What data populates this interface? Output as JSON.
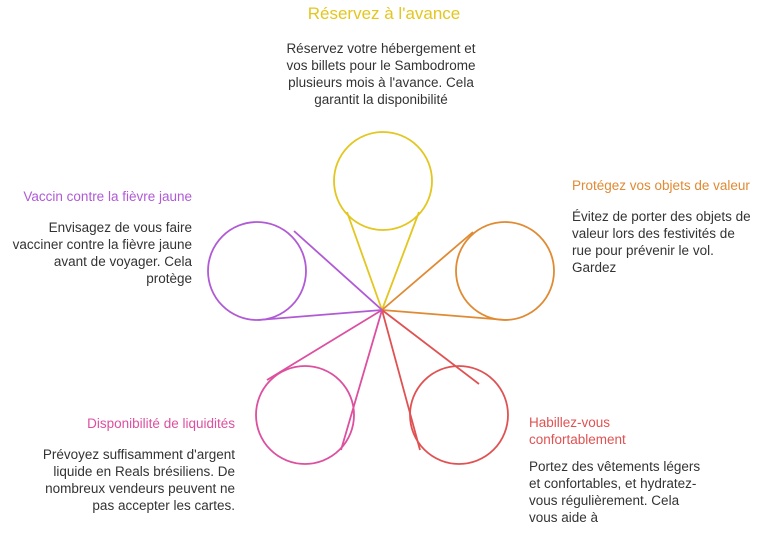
{
  "colors": {
    "top": "#e3c620",
    "right_upper": "#e08a33",
    "right_lower": "#e05252",
    "left_lower": "#dd4f9f",
    "left_upper": "#b05ad6",
    "text": "#333333"
  },
  "items": {
    "top": {
      "title": "Réservez à l'avance",
      "description": "Réservez votre hébergement et vos billets pour le Sambodrome plusieurs mois à l'avance. Cela garantit la disponibilité"
    },
    "right_upper": {
      "title": "Protégez vos objets de valeur",
      "description": "Évitez de porter des objets de valeur lors des festivités de rue pour prévenir le vol. Gardez"
    },
    "right_lower": {
      "title": "Habillez-vous confortablement",
      "description": "Portez des vêtements légers et confortables, et hydratez-vous régulièrement. Cela vous aide à"
    },
    "left_lower": {
      "title": "Disponibilité de liquidités",
      "description": "Prévoyez suffisamment d'argent liquide en Reals brésiliens. De nombreux vendeurs peuvent ne pas accepter les cartes."
    },
    "left_upper": {
      "title": "Vaccin contre la fièvre jaune",
      "description": "Envisagez de vous faire vacciner contre la fièvre jaune avant de voyager. Cela protège"
    }
  }
}
